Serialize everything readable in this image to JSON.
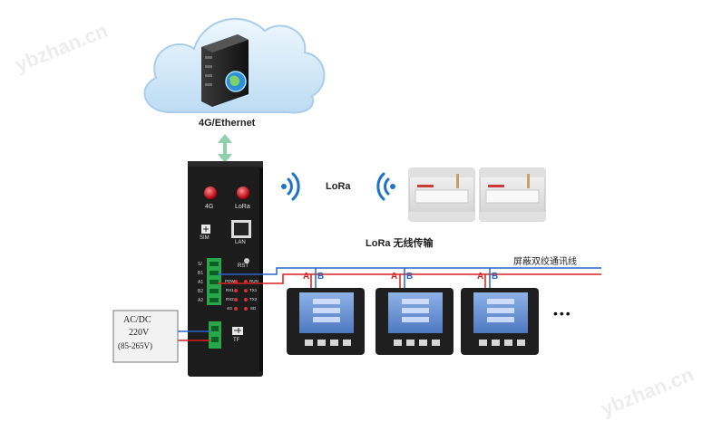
{
  "cloud": {
    "label": "4G/Ethernet"
  },
  "gateway": {
    "led_4g": "4G",
    "led_lora": "LoRa",
    "sim": "SIM",
    "lan": "LAN",
    "rst": "RST",
    "pow": "POW",
    "run": "RUN",
    "rx1": "RX1",
    "tx1": "TX1",
    "rx2": "RX2",
    "tx2": "TX2",
    "fourg": "4G",
    "sd": "SD",
    "tf": "TF"
  },
  "lora": {
    "label": "LoRa",
    "wireless_label": "LoRa  无线传输"
  },
  "bus": {
    "label": "屏蔽双绞通讯线",
    "a": "A",
    "b": "B"
  },
  "power": {
    "line1": "AC/DC",
    "line2": "220V",
    "line3": "(85-265V)"
  },
  "ellipsis": "•••",
  "watermark": "ybzhan.cn",
  "colors": {
    "cloud": "#cfe6f7",
    "bus_red": "#d82020",
    "bus_blue": "#2a63c8",
    "arrow": "#8fd0a8",
    "lora_wave": "#1e73c8",
    "gateway": "#1c1c1c"
  }
}
